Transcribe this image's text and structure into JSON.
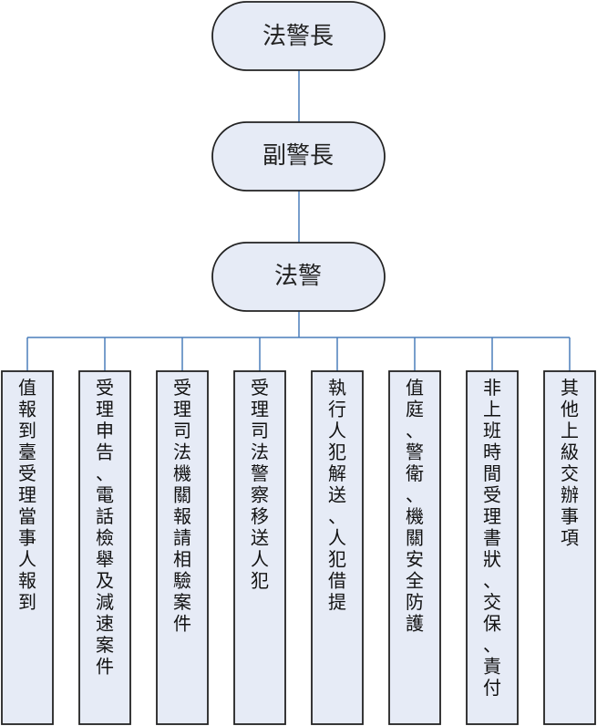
{
  "hierarchy": {
    "level1": "法警長",
    "level2": "副警長",
    "level3": "法警"
  },
  "duties": [
    "值報到臺受理當事人報到",
    "受理申告、電話檢舉及減速案件",
    "受理司法機關報請相驗案件",
    "受理司法警察移送人犯",
    "執行人犯解送、人犯借提",
    "值庭、警衛、機關安全防護",
    "非上班時間受理書狀、交保、責付",
    "其他上級交辦事項"
  ],
  "colors": {
    "node_fill": "#e6ebf6",
    "node_stroke": "#222222",
    "connector": "#4a7ebb",
    "text": "#111111"
  }
}
